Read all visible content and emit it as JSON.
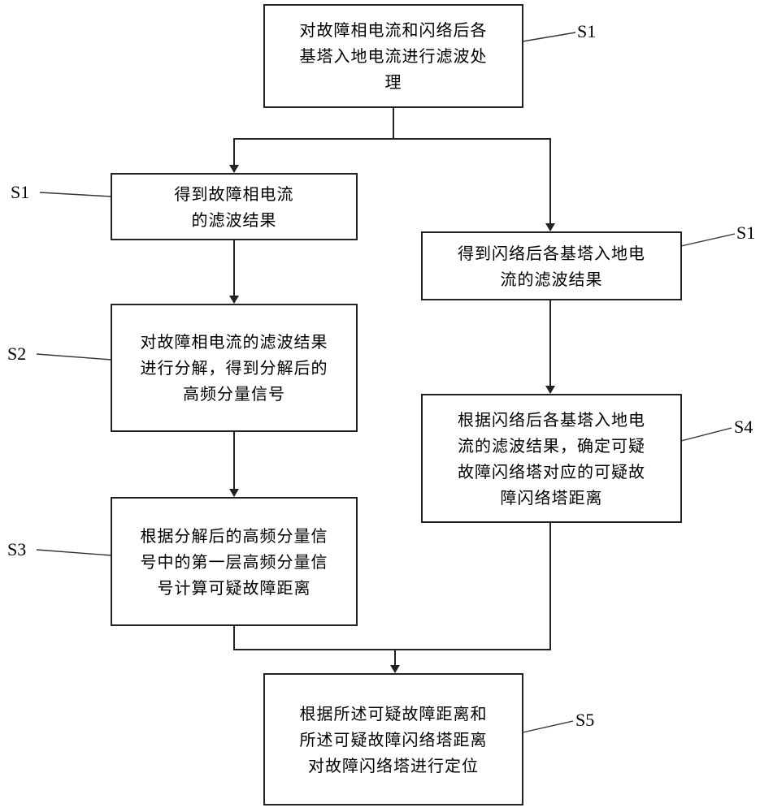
{
  "flowchart": {
    "nodes": {
      "filter": {
        "text": "对故障相电流和闪络后各\n基塔入地电流进行滤波处\n理",
        "label": "S1"
      },
      "phase_result": {
        "text": "得到故障相电流\n的滤波结果",
        "label": "S1"
      },
      "tower_result": {
        "text": "得到闪络后各基塔入地电\n流的滤波结果",
        "label": "S1"
      },
      "decompose": {
        "text": "对故障相电流的滤波结果\n进行分解，得到分解后的\n高频分量信号",
        "label": "S2"
      },
      "calc_distance": {
        "text": "根据分解后的高频分量信\n号中的第一层高频分量信\n号计算可疑故障距离",
        "label": "S3"
      },
      "tower_distance": {
        "text": "根据闪络后各基塔入地电\n流的滤波结果，确定可疑\n故障闪络塔对应的可疑故\n障闪络塔距离",
        "label": "S4"
      },
      "locate": {
        "text": "根据所述可疑故障距离和\n所述可疑故障闪络塔距离\n对故障闪络塔进行定位",
        "label": "S5"
      }
    },
    "edges": [
      [
        "filter",
        "phase_result"
      ],
      [
        "filter",
        "tower_result"
      ],
      [
        "phase_result",
        "decompose"
      ],
      [
        "decompose",
        "calc_distance"
      ],
      [
        "tower_result",
        "tower_distance"
      ],
      [
        "calc_distance",
        "locate"
      ],
      [
        "tower_distance",
        "locate"
      ]
    ]
  }
}
